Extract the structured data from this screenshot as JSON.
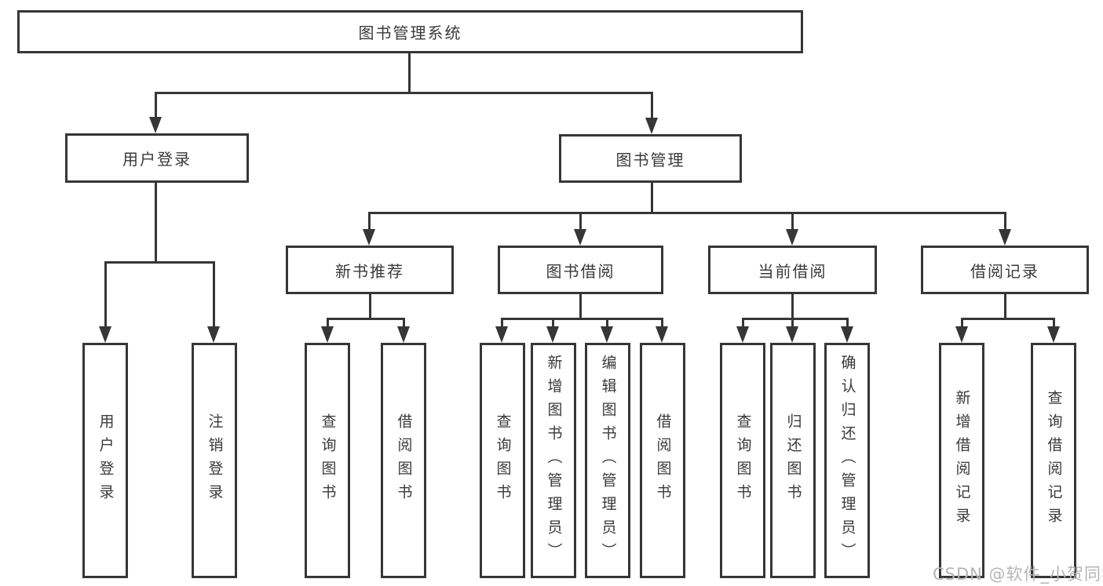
{
  "colors": {
    "line": "#363636",
    "text": "#3a3a3a",
    "watermark": "#b5b5b5",
    "bg": "#ffffff"
  },
  "nodes": {
    "root": "图书管理系统",
    "user_login": "用户登录",
    "book_mgmt": "图书管理",
    "new_book": "新书推荐",
    "book_borrow": "图书借阅",
    "current_borrow": "当前借阅",
    "borrow_record": "借阅记录"
  },
  "leaves": {
    "user_login": [
      "用户登录",
      "注销登录"
    ],
    "new_book": [
      "查询图书",
      "借阅图书"
    ],
    "book_borrow": [
      "查询图书",
      "新增图书（管理员）",
      "编辑图书（管理员）",
      "借阅图书"
    ],
    "current_borrow": [
      "查询图书",
      "归还图书",
      "确认归还（管理员）"
    ],
    "borrow_record": [
      "新增借阅记录",
      "查询借阅记录"
    ]
  },
  "watermark": "CSDN @软件_小贺同学"
}
